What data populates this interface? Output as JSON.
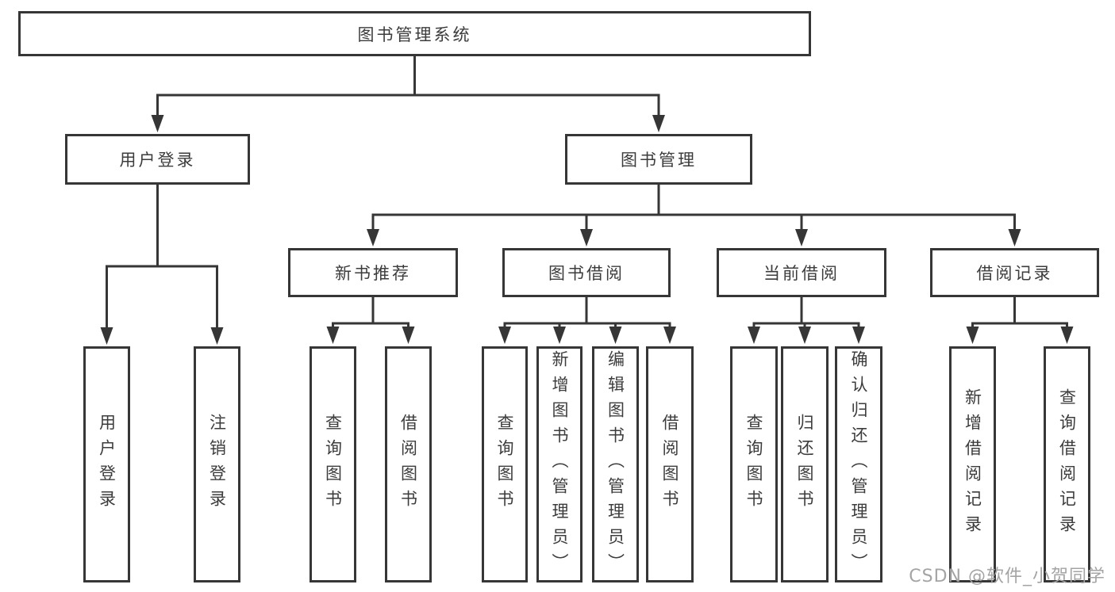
{
  "diagram": {
    "root": "图书管理系统",
    "branches": [
      {
        "label": "用户登录",
        "children": [
          "用户登录",
          "注销登录"
        ]
      },
      {
        "label": "图书管理",
        "groups": [
          {
            "label": "新书推荐",
            "children": [
              "查询图书",
              "借阅图书"
            ]
          },
          {
            "label": "图书借阅",
            "children": [
              "查询图书",
              "新增图书（管理员）",
              "编辑图书（管理员）",
              "借阅图书"
            ]
          },
          {
            "label": "当前借阅",
            "children": [
              "查询图书",
              "归还图书",
              "确认归还（管理员）"
            ]
          },
          {
            "label": "借阅记录",
            "children": [
              "新增借阅记录",
              "查询借阅记录"
            ]
          }
        ]
      }
    ]
  },
  "watermark": "CSDN @软件_小贺同学",
  "colors": {
    "line": "#363636",
    "text": "#3c3c3c",
    "watermark": "#a4a4a4",
    "background": "#ffffff"
  }
}
